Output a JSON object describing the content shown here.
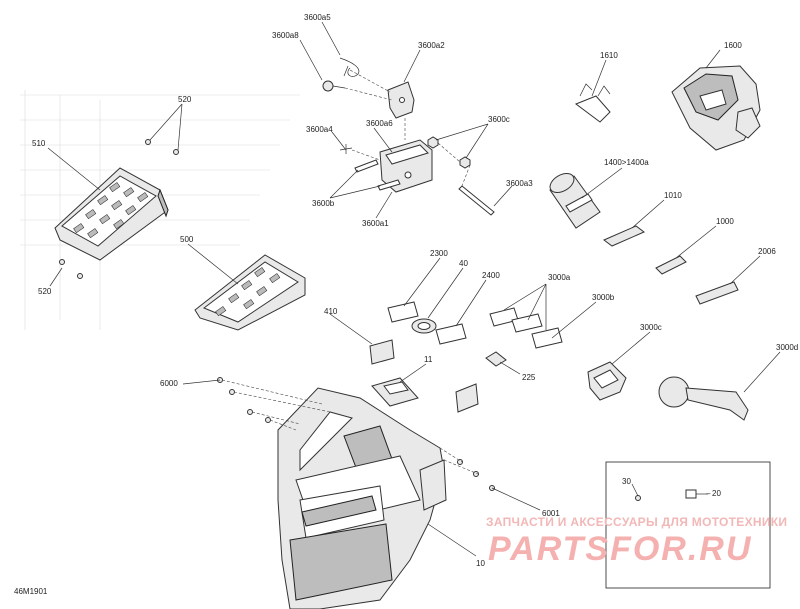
{
  "figure_code": "46M1901",
  "watermark": {
    "line1": "ЗАПЧАСТИ И АКСЕССУАРЫ ДЛЯ МОТОТЕХНИКИ",
    "line2": "PARTSFOR.RU"
  },
  "callouts": {
    "c3600a5": "3600a5",
    "c3600a8": "3600a8",
    "c3600a2": "3600a2",
    "c1610": "1610",
    "c1600": "1600",
    "c520_top": "520",
    "c510": "510",
    "c3600a6": "3600a6",
    "c3600a4": "3600a4",
    "c3600c": "3600c",
    "c1400": "1400>1400a",
    "c3600a3": "3600a3",
    "c3600b": "3600b",
    "c3600a1": "3600a1",
    "c1010": "1010",
    "c1000": "1000",
    "c2300": "2300",
    "c40": "40",
    "c2400": "2400",
    "c3000a": "3000a",
    "c2006": "2006",
    "c500": "500",
    "c520_bot": "520",
    "c3000b": "3000b",
    "c410": "410",
    "c3000c": "3000c",
    "c3000d": "3000d",
    "c11": "11",
    "c225": "225",
    "c6000": "6000",
    "c6001": "6001",
    "c30": "30",
    "c20": "20",
    "c10": "10"
  }
}
